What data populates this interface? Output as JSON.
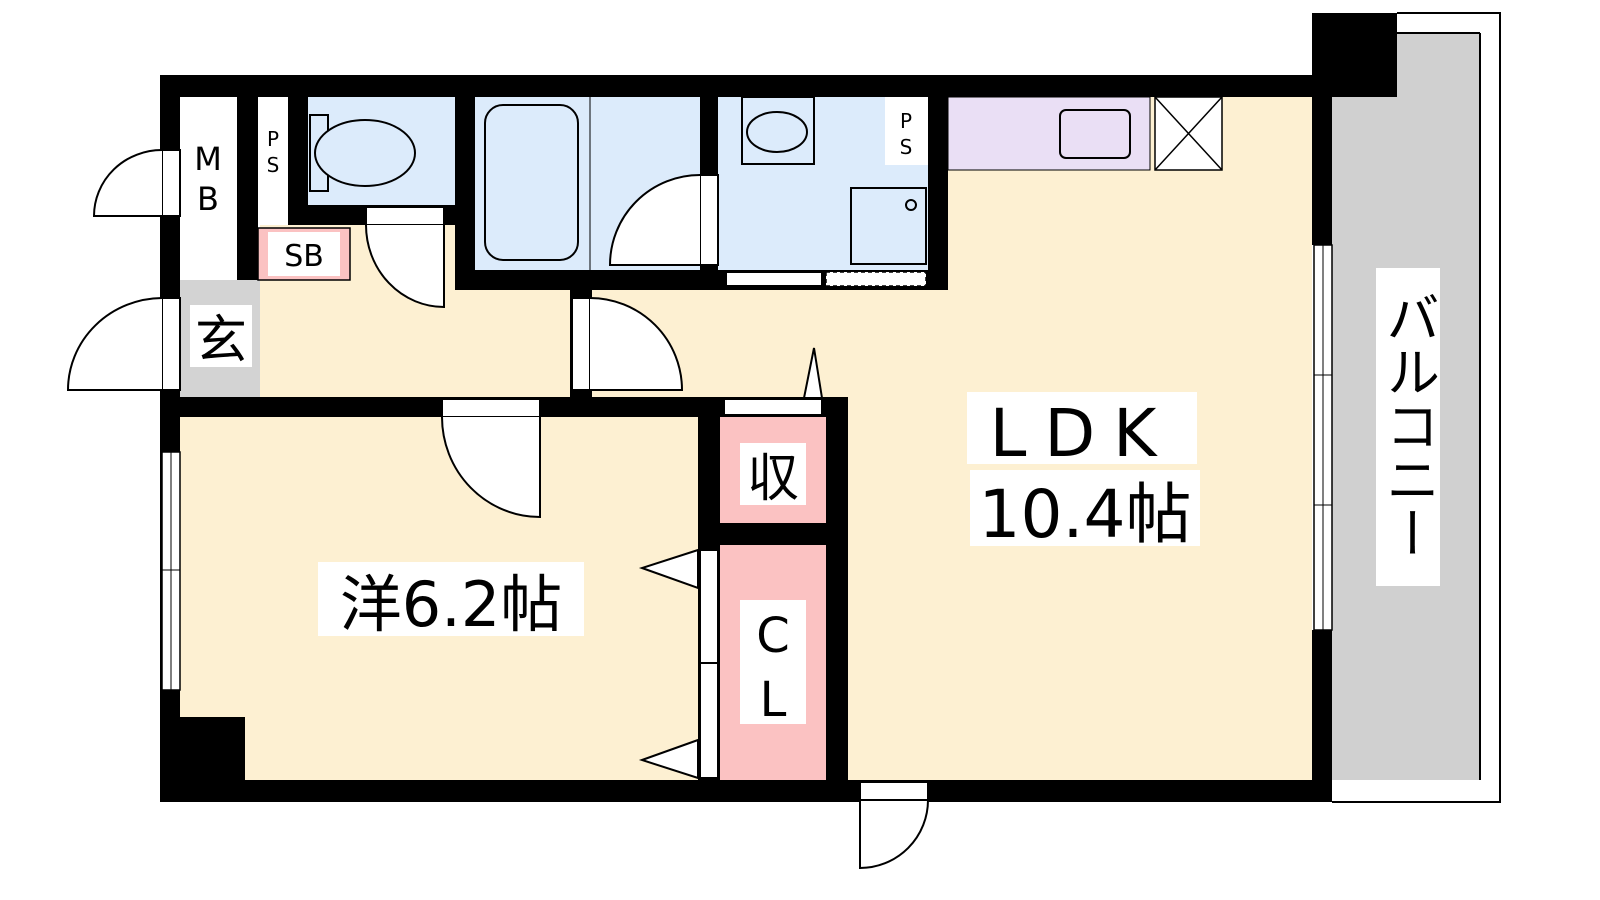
{
  "title": "Floor plan",
  "colors": {
    "living": "#fdf0d2",
    "wet": "#dcebfb",
    "storage": "#fbc2c2",
    "kitchen": "#eadff5",
    "entrance": "#d3d3d3",
    "balcony": "#d0d0d0",
    "wall": "#000000"
  },
  "rooms": {
    "meter_box": "MB",
    "pipe_space_1": "PS",
    "pipe_space_2": "PS",
    "shoe_box": "SB",
    "entrance": "玄",
    "storage": "収",
    "closet_line1": "C",
    "closet_line2": "L",
    "western_room": "洋6.2帖",
    "ldk_name": "LDK",
    "ldk_size": "10.4帖",
    "balcony": "バルコニー"
  }
}
